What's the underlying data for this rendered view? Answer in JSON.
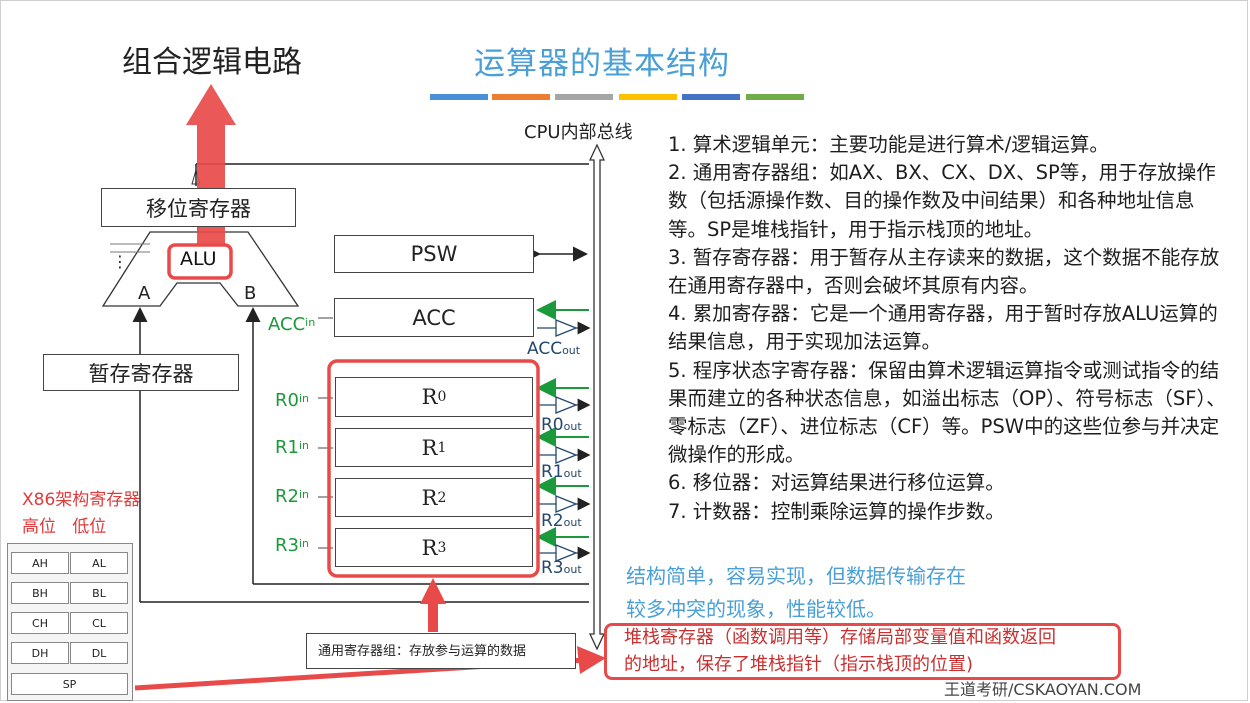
{
  "slide": {
    "title": "运算器的基本结构",
    "annotation_top": "组合逻辑电路",
    "bus_label": "CPU内部总线",
    "title_underline_colors": [
      "#4a90d9",
      "#ed7d31",
      "#a5a5a5",
      "#ffc000",
      "#4472c4",
      "#70ad47"
    ]
  },
  "diagram": {
    "shifter": "移位寄存器",
    "alu": "ALU",
    "alu_in_a": "A",
    "alu_in_b": "B",
    "temp_register": "暂存寄存器",
    "psw": "PSW",
    "acc": "ACC",
    "acc_in": "ACC",
    "acc_in_sub": "in",
    "acc_out": "ACC",
    "acc_out_sub": "out",
    "registers": [
      {
        "label": "R",
        "sub": "0",
        "in": "R0",
        "in_sub": "in",
        "out": "R0",
        "out_sub": "out"
      },
      {
        "label": "R",
        "sub": "1",
        "in": "R1",
        "in_sub": "in",
        "out": "R1",
        "out_sub": "out"
      },
      {
        "label": "R",
        "sub": "2",
        "in": "R2",
        "in_sub": "in",
        "out": "R2",
        "out_sub": "out"
      },
      {
        "label": "R",
        "sub": "3",
        "in": "R3",
        "in_sub": "in",
        "out": "R3",
        "out_sub": "out"
      }
    ],
    "gpr_callout": "通用寄存器组：存放参与运算的数据",
    "highlight_color": "#e84a4a"
  },
  "description": [
    "1. 算术逻辑单元：主要功能是进行算术/逻辑运算。",
    "2. 通用寄存器组：如AX、BX、CX、DX、SP等，用于存放操作数（包括源操作数、目的操作数及中间结果）和各种地址信息等。SP是堆栈指针，用于指示栈顶的地址。",
    "3. 暂存寄存器：用于暂存从主存读来的数据，这个数据不能存放在通用寄存器中，否则会破坏其原有内容。",
    "4. 累加寄存器：它是一个通用寄存器，用于暂时存放ALU运算的结果信息，用于实现加法运算。",
    "5. 程序状态字寄存器：保留由算术逻辑运算指令或测试指令的结果而建立的各种状态信息，如溢出标志（OP）、符号标志（SF）、零标志（ZF）、进位标志（CF）等。PSW中的这些位参与并决定微操作的形成。",
    "6. 移位器：对运算结果进行移位运算。",
    "7. 计数器：控制乘除运算的操作步数。"
  ],
  "summary": [
    "结构简单，容易实现，但数据传输存在",
    "较多冲突的现象，性能较低。"
  ],
  "stack_note": [
    "堆栈寄存器（函数调用等）存储局部变量值和函数返回",
    "的地址，保存了堆栈指针（指示栈顶的位置)"
  ],
  "x86": {
    "title": "X86架构寄存器",
    "columns": "高位   低位",
    "rows": [
      [
        "AH",
        "AL"
      ],
      [
        "BH",
        "BL"
      ],
      [
        "CH",
        "CL"
      ],
      [
        "DH",
        "DL"
      ]
    ],
    "sp": "SP"
  },
  "footer": "王道考研/CSKAOYAN.COM"
}
